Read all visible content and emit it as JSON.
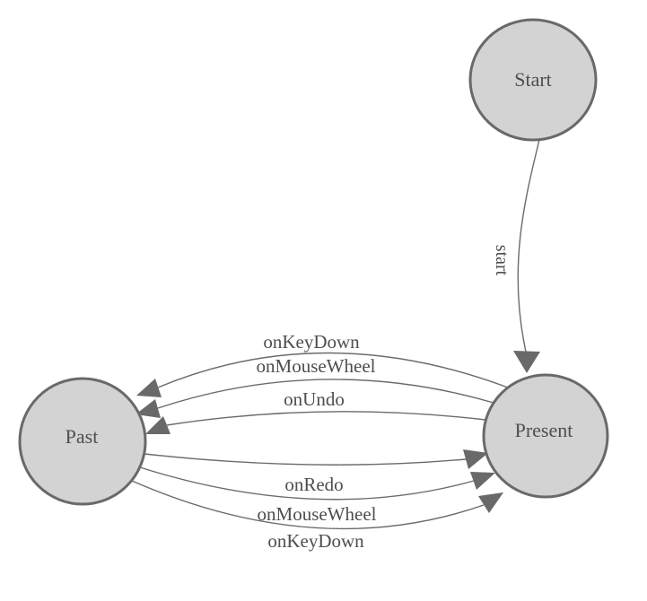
{
  "diagram": {
    "type": "state-machine",
    "colors": {
      "node_fill": "#d3d3d3",
      "node_stroke": "#696969",
      "edge_stroke": "#6b6b6b",
      "arrow_fill": "#696969",
      "text": "#4e4e51",
      "background": "#ffffff"
    },
    "nodes": [
      {
        "id": "start",
        "label": "Start"
      },
      {
        "id": "present",
        "label": "Present"
      },
      {
        "id": "past",
        "label": "Past"
      }
    ],
    "edges": [
      {
        "from": "Start",
        "to": "Present",
        "label": "start"
      },
      {
        "from": "Present",
        "to": "Past",
        "label": "onKeyDown"
      },
      {
        "from": "Present",
        "to": "Past",
        "label": "onMouseWheel"
      },
      {
        "from": "Present",
        "to": "Past",
        "label": "onUndo"
      },
      {
        "from": "Past",
        "to": "Present",
        "label": "onRedo"
      },
      {
        "from": "Past",
        "to": "Present",
        "label": "onMouseWheel"
      },
      {
        "from": "Past",
        "to": "Present",
        "label": "onKeyDown"
      }
    ]
  }
}
